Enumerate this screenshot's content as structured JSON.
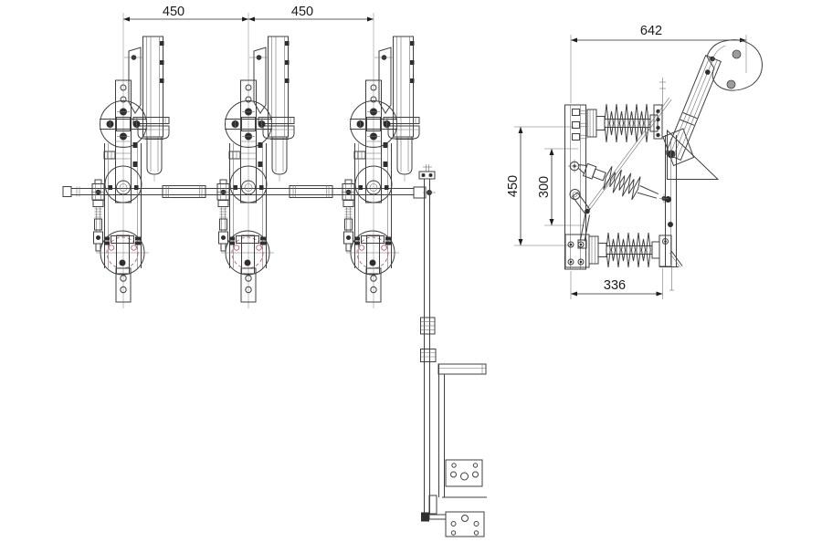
{
  "colors": {
    "background": "#ffffff",
    "line": "#3f3f3f",
    "thin_line": "#6e6e6e",
    "dimension_text": "#1a1a1a",
    "accent_red": "#b5636e",
    "knob_gray": "#9c9c9c",
    "bolt_dark": "#2f2f2f"
  },
  "dimensions": {
    "front": {
      "pole_spacing_left": "450",
      "pole_spacing_right": "450"
    },
    "side": {
      "overall_width": "642",
      "insulator_spacing": "450",
      "crank_offset": "300",
      "base_depth": "336"
    }
  }
}
